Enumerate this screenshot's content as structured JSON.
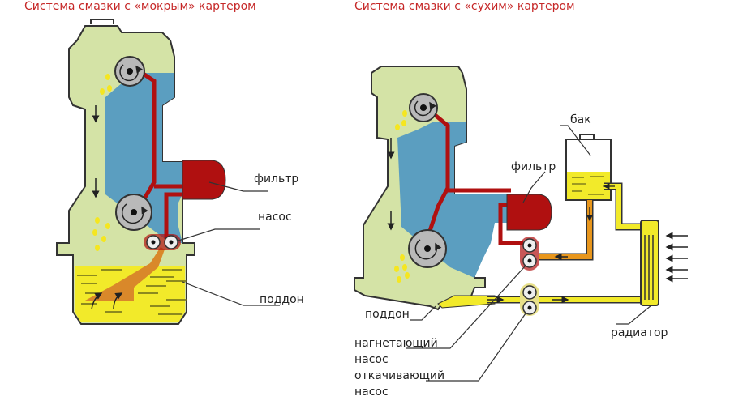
{
  "titles": {
    "wet_sump": "Система смазки с «мокрым» картером",
    "dry_sump": "Система смазки с «сухим» картером"
  },
  "wet_sump_labels": {
    "filter": "фильтр",
    "pump": "насос",
    "sump": "поддон"
  },
  "dry_sump_labels": {
    "tank": "бак",
    "filter": "фильтр",
    "sump": "поддон",
    "pressure_pump_line1": "нагнетающий",
    "pressure_pump_line2": "насос",
    "scavenge_pump_line1": "откачивающий",
    "scavenge_pump_line2": "насос",
    "radiator": "радиатор"
  },
  "colors": {
    "title": "#c62828",
    "engine_body": "#d4e3a6",
    "block": "#5b9ec0",
    "oil_pressure": "#b01010",
    "oil_return": "#e8961c",
    "oil": "#f2ea2a",
    "crank": "#b9b9b9",
    "outline": "#333333"
  }
}
